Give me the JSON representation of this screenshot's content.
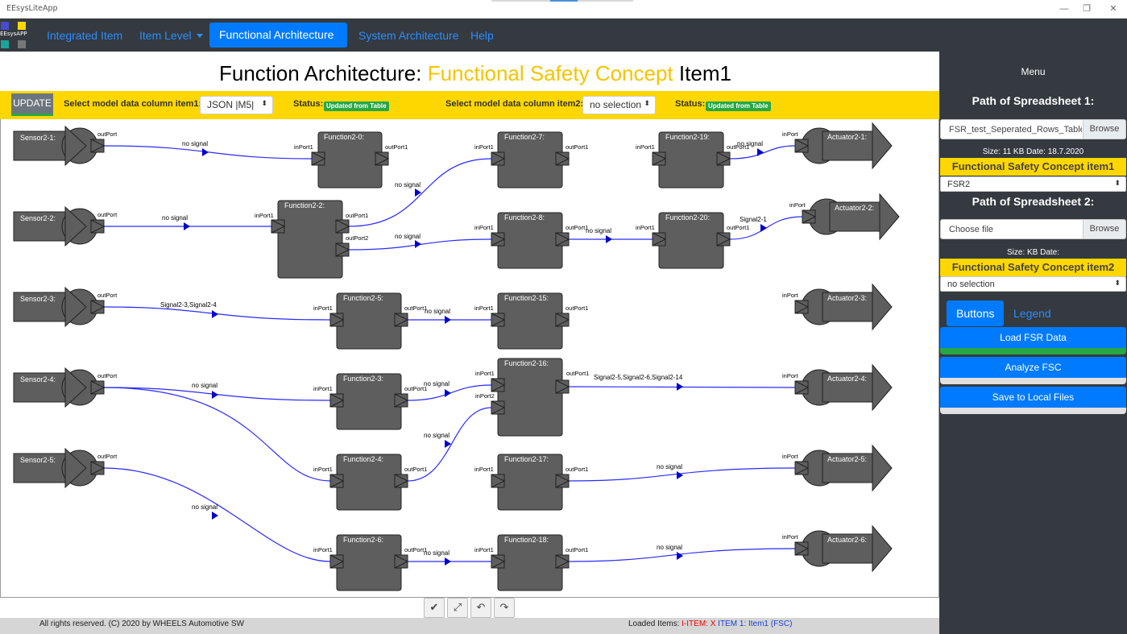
{
  "window": {
    "title": "EEsysLiteApp",
    "minimize": "—",
    "restore": "❐",
    "close": "✕"
  },
  "nav": {
    "logo_text": "EEsysAPP",
    "items": [
      {
        "label": "Integrated Item",
        "dropdown": false,
        "active": false
      },
      {
        "label": "Item Level",
        "dropdown": true,
        "active": false
      },
      {
        "label": "Functional Architecture",
        "dropdown": true,
        "active": true
      },
      {
        "label": "System Architecture",
        "dropdown": false,
        "active": false
      },
      {
        "label": "Help",
        "dropdown": false,
        "active": false
      }
    ]
  },
  "heading": {
    "prefix": "Function Architecture:",
    "highlight": "Functional Safety Concept",
    "suffix": "Item1"
  },
  "toolbar": {
    "update_label": "UPDATE",
    "select1_label": "Select model data column item1:",
    "select1_value": "JSON |M5|",
    "status1_label": "Status:",
    "status1_badge": "Updated from Table",
    "select2_label": "Select model data column item2:",
    "select2_value": "no selection",
    "status2_label": "Status:",
    "status2_badge": "Updated from Table"
  },
  "diagram": {
    "sensors": [
      "Sensor2-1:",
      "Sensor2-2:",
      "Sensor2-3:",
      "Sensor2-4:",
      "Sensor2-5:"
    ],
    "actuators": [
      "Actuator2-1:",
      "Actuator2-2:",
      "Actuator2-3:",
      "Actuator2-4:",
      "Actuator2-5:",
      "Actuator2-6:"
    ],
    "functions": [
      "Function2-0:",
      "Function2-7:",
      "Function2-19:",
      "Function2-2:",
      "Function2-8:",
      "Function2-20:",
      "Function2-5:",
      "Function2-15:",
      "Function2-3:",
      "Function2-16:",
      "Function2-4:",
      "Function2-17:",
      "Function2-6:",
      "Function2-18:"
    ],
    "port_labels": {
      "out": "outPort",
      "in": "inPort",
      "in1": "inPort1",
      "in2": "inPort2",
      "out1": "outPort1",
      "out2": "outPort2"
    },
    "signals": [
      "no signal",
      "Signal2-1",
      "Signal2-3,Signal2-4",
      "Signal2-5,Signal2-6,Signal2-14"
    ],
    "colors": {
      "block": "#5e5e5e",
      "wire": "#2a2aff",
      "arrow": "#0000cc"
    }
  },
  "bottom_buttons": [
    {
      "icon": "check-circle-icon",
      "glyph": "✔"
    },
    {
      "icon": "fit-icon",
      "glyph": "⤢"
    },
    {
      "icon": "undo-icon",
      "glyph": "↶"
    },
    {
      "icon": "redo-icon",
      "glyph": "↷"
    }
  ],
  "footer": {
    "copyright": "All rights reserved. (C) 2020 by WHEELS Automotive SW",
    "loaded_label": "Loaded Items:",
    "loaded_iitem": "I-ITEM: X",
    "loaded_item": "ITEM 1: Item1 (FSC)"
  },
  "sidebar": {
    "menu_title": "Menu",
    "path1_title": "Path of Spreadsheet 1:",
    "file1_name": "FSR_test_Seperated_Rows_Table_maker",
    "browse_label": "Browse",
    "file1_info": "Size: 11 KB Date: 18.7.2020",
    "fsc1_label": "Functional Safety Concept item1",
    "fsc1_select": "FSR2",
    "path2_title": "Path of Spreadsheet 2:",
    "file2_placeholder": "Choose file",
    "file2_info": "Size: KB Date:",
    "fsc2_label": "Functional Safety Concept item2",
    "fsc2_select": "no selection",
    "tab_buttons": "Buttons",
    "tab_legend": "Legend",
    "btn_load": "Load FSR Data",
    "btn_analyze": "Analyze FSC",
    "btn_save": "Save to Local Files",
    "colors": {
      "load_bar": "#28a745",
      "other_bar": "#e0e0e0",
      "accent": "#007bff",
      "yellow": "#ffd700"
    }
  }
}
